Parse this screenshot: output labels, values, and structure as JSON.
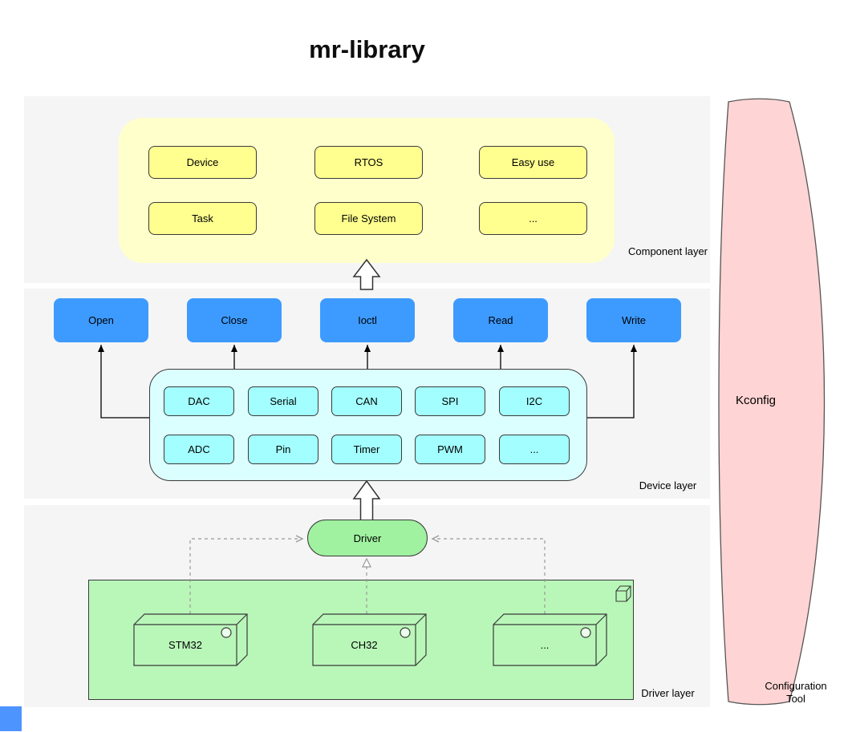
{
  "title": "mr-library",
  "layers": {
    "component": {
      "label": "Component layer",
      "boxes": [
        "Device",
        "RTOS",
        "Easy use",
        "Task",
        "File System",
        "..."
      ]
    },
    "device": {
      "label": "Device layer",
      "api": [
        "Open",
        "Close",
        "Ioctl",
        "Read",
        "Write"
      ],
      "peripherals": [
        "DAC",
        "Serial",
        "CAN",
        "SPI",
        "I2C",
        "ADC",
        "Pin",
        "Timer",
        "PWM",
        "..."
      ]
    },
    "driver": {
      "label": "Driver layer",
      "node": "Driver",
      "chips": [
        "STM32",
        "CH32",
        "..."
      ]
    }
  },
  "kconfig": {
    "label": "Kconfig",
    "caption": "Configuration Tool"
  },
  "colors": {
    "band": "#f5f5f5",
    "component_container": "#ffffcc",
    "component_box": "#ffff8f",
    "api_button": "#3d9bff",
    "device_container": "#dbffff",
    "device_box": "#a3ffff",
    "driver_node": "#a0f2a0",
    "chip_area": "#b9f7b9",
    "kconfig_fill": "#ffd4d4",
    "corner_accent": "#4d94ff"
  }
}
